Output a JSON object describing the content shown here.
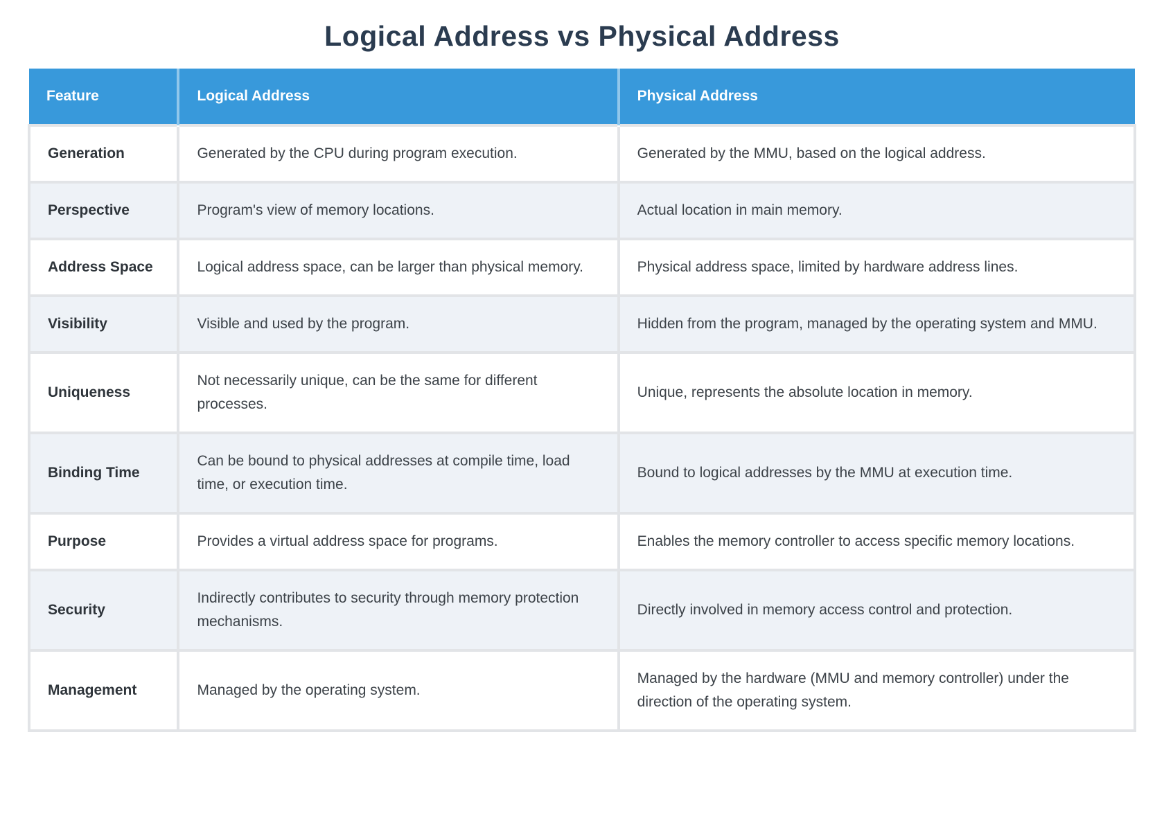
{
  "page": {
    "title": "Logical Address vs Physical Address"
  },
  "table": {
    "columns": [
      {
        "label": "Feature"
      },
      {
        "label": "Logical Address"
      },
      {
        "label": "Physical Address"
      }
    ],
    "rows": [
      {
        "feature": "Generation",
        "logical": "Generated by the CPU during program execution.",
        "physical": "Generated by the MMU, based on the logical address."
      },
      {
        "feature": "Perspective",
        "logical": "Program's view of memory locations.",
        "physical": "Actual location in main memory."
      },
      {
        "feature": "Address Space",
        "logical": "Logical address space, can be larger than physical memory.",
        "physical": "Physical address space, limited by hardware address lines."
      },
      {
        "feature": "Visibility",
        "logical": "Visible and used by the program.",
        "physical": "Hidden from the program, managed by the operating system and MMU."
      },
      {
        "feature": "Uniqueness",
        "logical": "Not necessarily unique, can be the same for different processes.",
        "physical": "Unique, represents the absolute location in memory."
      },
      {
        "feature": "Binding Time",
        "logical": "Can be bound to physical addresses at compile time, load time, or execution time.",
        "physical": "Bound to logical addresses by the MMU at execution time."
      },
      {
        "feature": "Purpose",
        "logical": "Provides a virtual address space for programs.",
        "physical": "Enables the memory controller to access specific memory locations."
      },
      {
        "feature": "Security",
        "logical": "Indirectly contributes to security through memory protection mechanisms.",
        "physical": "Directly involved in memory access control and protection."
      },
      {
        "feature": "Management",
        "logical": "Managed by the operating system.",
        "physical": "Managed by the hardware (MMU and memory controller) under the direction of the operating system."
      }
    ]
  },
  "colors": {
    "header_bg": "#3899db",
    "header_text": "#ffffff",
    "row_bg": "#ffffff",
    "row_alt_bg": "#eef2f7",
    "border": "#e2e4e7",
    "title_text": "#2b3c50",
    "body_text": "#3c4248",
    "feature_text": "#2e343a"
  }
}
